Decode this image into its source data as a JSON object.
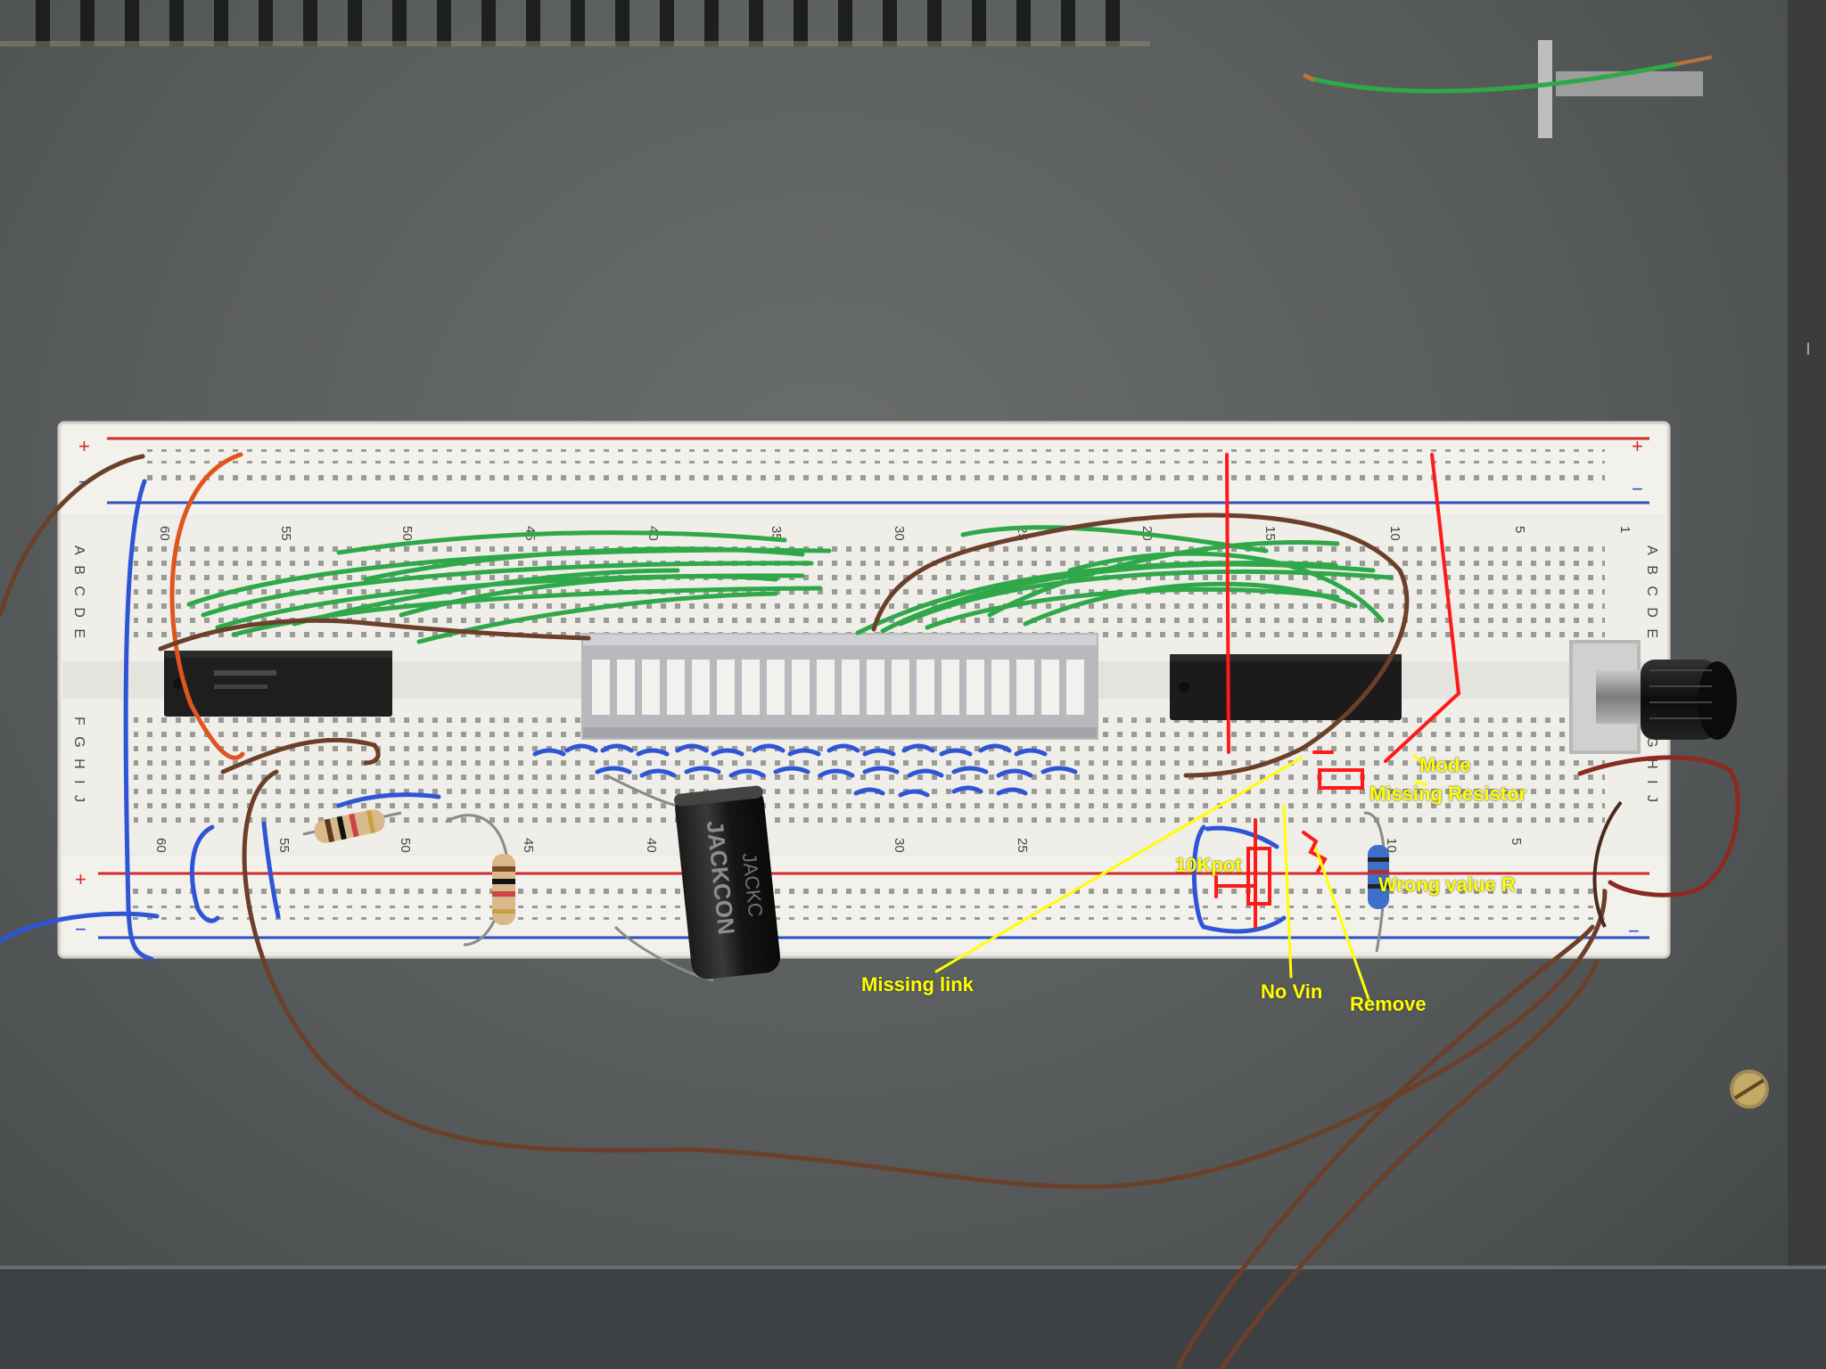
{
  "annotations": {
    "mode": "Mode",
    "missing_resistor": "Missing Resistor",
    "pot": "10Kpot",
    "wrong_value": "Wrong value R",
    "missing_link": "Missing link",
    "no_vin": "No Vin",
    "remove": "Remove"
  },
  "breadboard": {
    "rows_top": "A B C D E",
    "rows_bottom": "F G H I J",
    "column_numbers": [
      "60",
      "55",
      "50",
      "45",
      "40",
      "35",
      "30",
      "25",
      "20",
      "15",
      "10",
      "5",
      "1"
    ]
  },
  "colors": {
    "annotation_yellow": "#ffff00",
    "annotation_red": "#ff1a1a",
    "wire_green": "#2fa84a",
    "wire_brown": "#6b3f2a",
    "wire_blue": "#2f55d6",
    "wire_orange": "#e0541d",
    "rail_red": "#d42a2a",
    "rail_blue": "#2d4fc4"
  }
}
